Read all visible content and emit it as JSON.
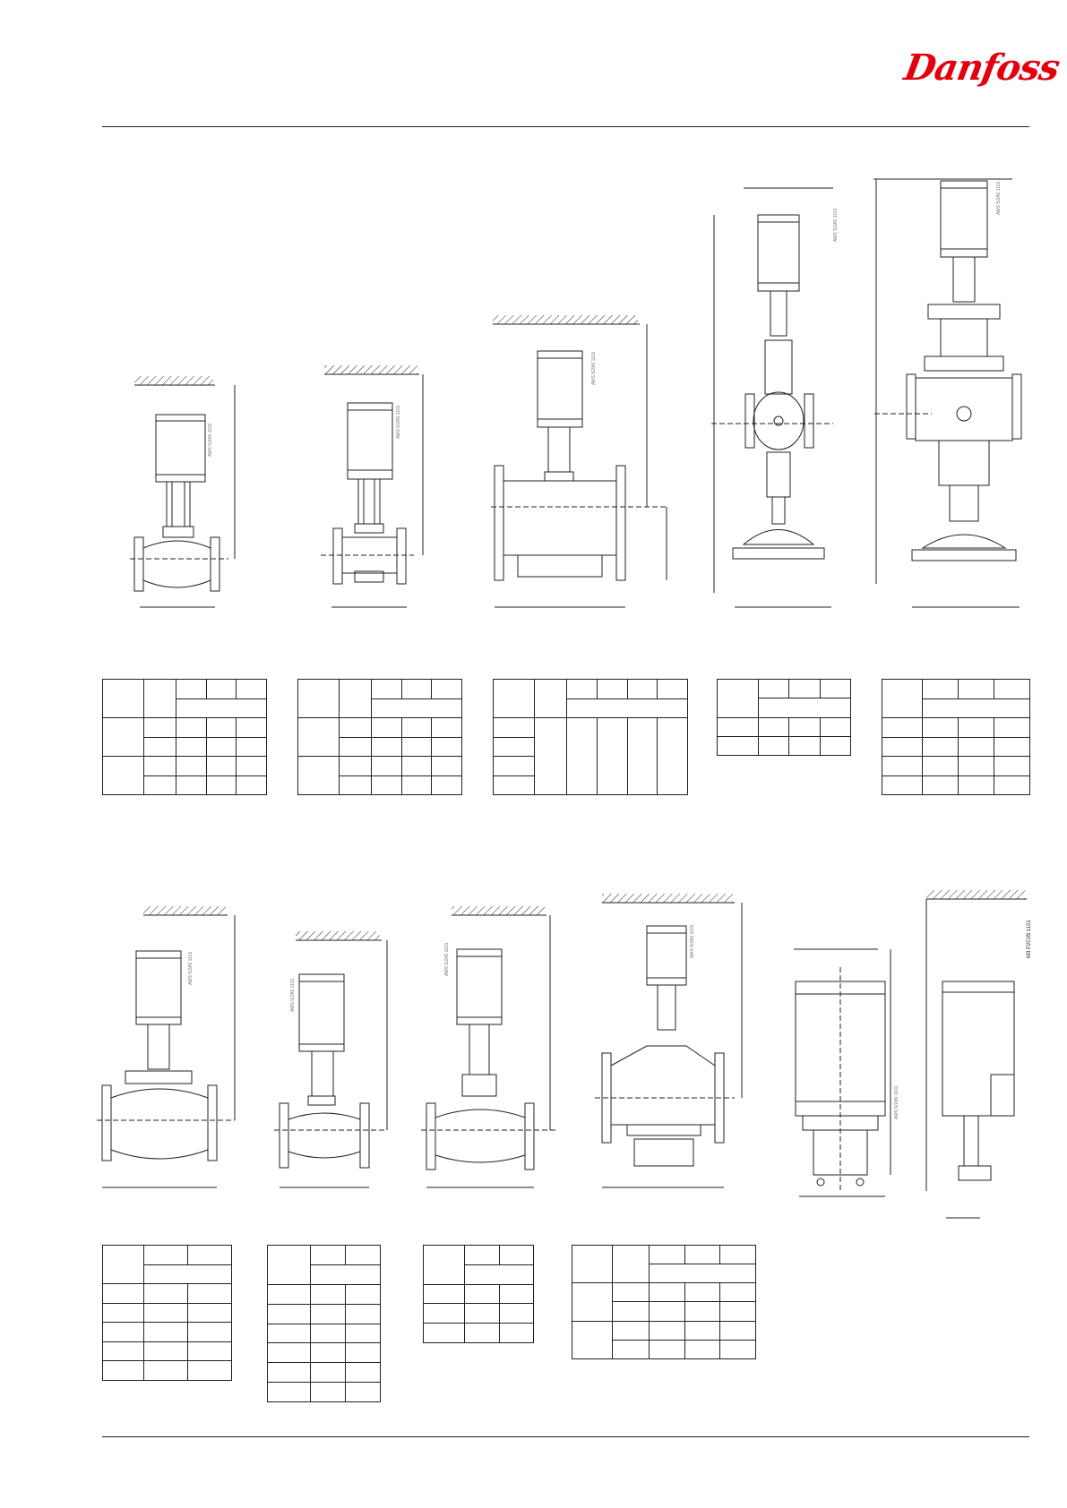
{
  "brand": {
    "logo_text": "Danfoss",
    "logo_color": "#e2000f"
  },
  "drawing_codes": [
    "AMS 5/2A5 1101",
    "AMS 5/2A5 1101",
    "AMS 5/2A5 1101",
    "AMS 5/2A5 1101",
    "AMS 5/2A5 1101",
    "AMS 5/2A5 1101",
    "AMS 5/2A5 1101",
    "AMS 5/2A5 1101",
    "AMS 5/2A5 1101",
    "AMS 5/2A5 1101"
  ],
  "side_view_code": "M3 P2C05 1101"
}
